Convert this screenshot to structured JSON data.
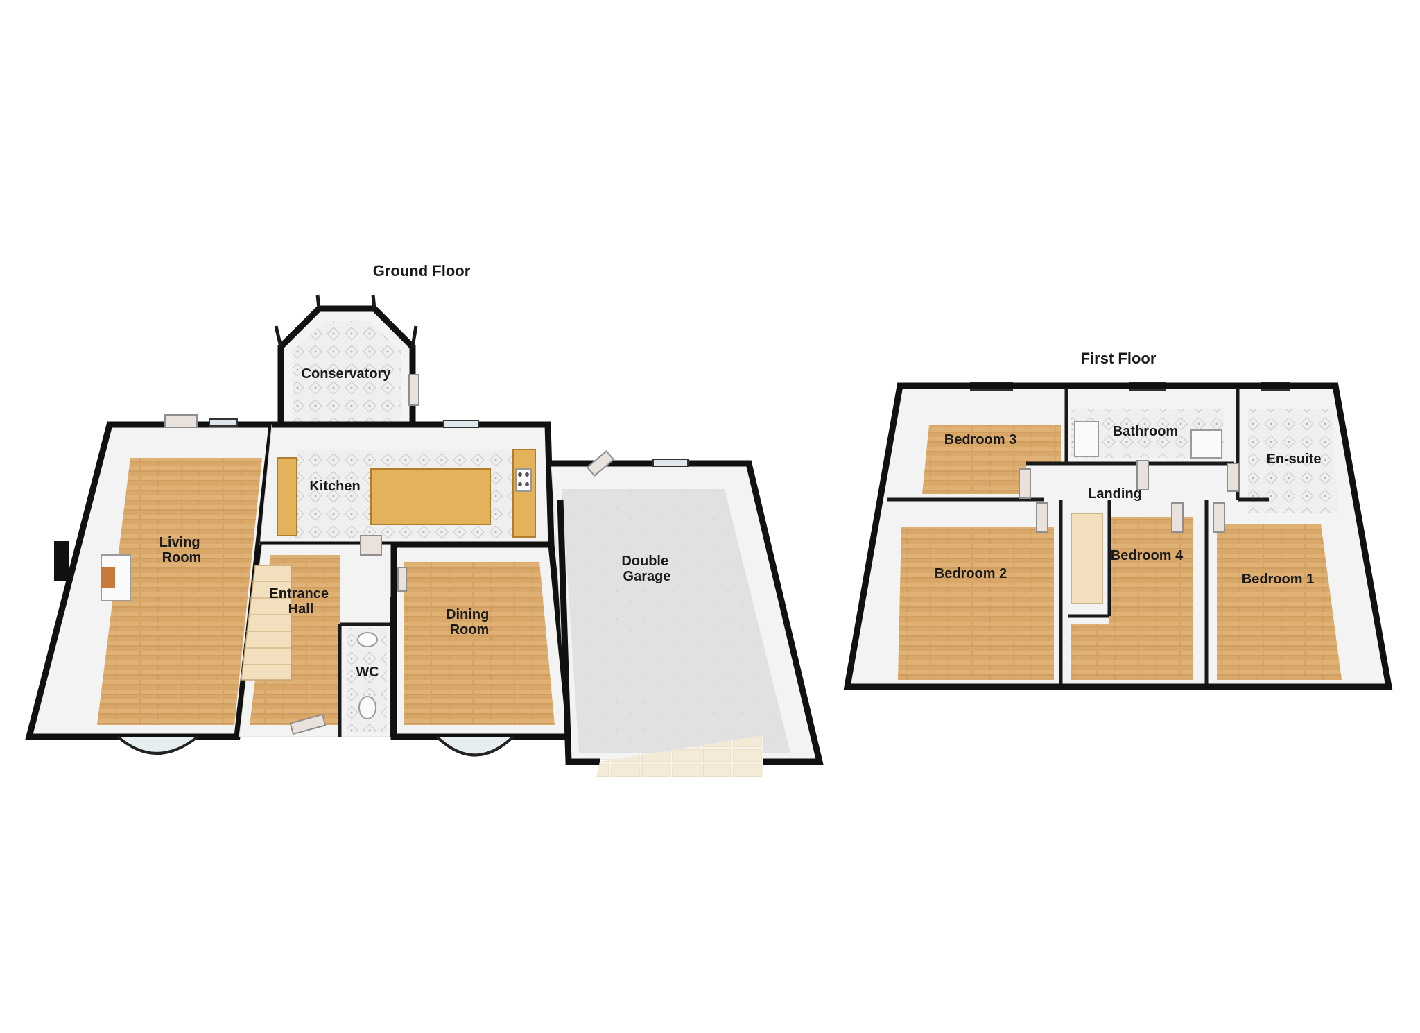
{
  "floors": {
    "ground": {
      "title": "Ground Floor",
      "rooms": {
        "living_room": [
          "Living",
          "Room"
        ],
        "conservatory": [
          "Conservatory"
        ],
        "kitchen": [
          "Kitchen"
        ],
        "entrance_hall": [
          "Entrance",
          "Hall"
        ],
        "dining_room": [
          "Dining",
          "Room"
        ],
        "wc": [
          "WC"
        ],
        "double_garage": [
          "Double",
          "Garage"
        ]
      }
    },
    "first": {
      "title": "First Floor",
      "rooms": {
        "bedroom_3": [
          "Bedroom 3"
        ],
        "bathroom": [
          "Bathroom"
        ],
        "en_suite": [
          "En-suite"
        ],
        "landing": [
          "Landing"
        ],
        "bedroom_2": [
          "Bedroom 2"
        ],
        "bedroom_4": [
          "Bedroom 4"
        ],
        "bedroom_1": [
          "Bedroom 1"
        ]
      }
    }
  },
  "colors": {
    "wall": "#111111",
    "wood_floor": "#d9a868",
    "tile_floor": "#ececec",
    "garage_floor": "#dedede",
    "counter": "#e3b25a"
  }
}
